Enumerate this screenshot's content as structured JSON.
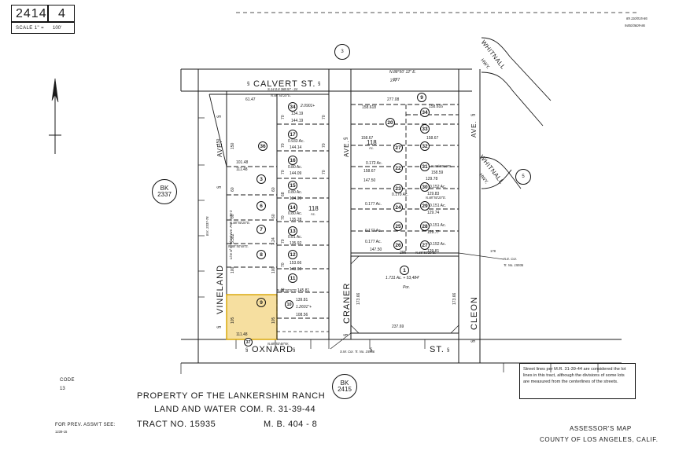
{
  "header": {
    "book": "2414",
    "page": "4",
    "scale_label": "SCALE 1\" =",
    "scale_value": "100'",
    "stamp_line1": "89.110/015-86",
    "stamp_line2": "9400/3609-86"
  },
  "north_arrow": {
    "label": "N"
  },
  "map_refs": {
    "top_circle": "3",
    "left_circle_line1": "BK",
    "left_circle_line2": "2337",
    "right_circle": "5",
    "bottom_circle_line1": "BK",
    "bottom_circle_line2": "2415"
  },
  "streets": {
    "calvert": "CALVERT  ST.",
    "oxnard": "OXNARD",
    "oxnard_right": "ST.",
    "vineland": "VINELAND",
    "vineland_suffix": "AVE.",
    "craner": "CRANER",
    "craner_suffix": "AVE.",
    "cleon": "CLEON",
    "cleon_suffix": "AVE.",
    "whitnall_top": "WHITNALL",
    "whitnall_top_hwy": "HWY.",
    "whitnall_bot": "WHITNALL",
    "whitnall_bot_hwy": "HWY."
  },
  "bearings": {
    "calvert_top": "S.14.0.8 388.57 - 34",
    "calvert_sub": "N.88°50'20\"E.",
    "north_line": "N.88°50' 12\" E.",
    "north_dim": "277",
    "vineland_line": "Line of Vineland Ave. Per. O-39-3",
    "vineland_bk": "B.K. 2337-78",
    "lot1_south": "N.88°50'20\"E.",
    "lot1_s_dim": "296",
    "lot1_bottom": "237.69",
    "oxnard_bearing": "N.88°50'48\"W.",
    "sw_cor": "S.W. Cor.  Tr. No. 15936",
    "ne_cor_l1": "N.E. Cor.",
    "ne_cor_l2": "Tr. No. 15936",
    "b30_bearing": "N.88°50'20\"E.",
    "b31_bearing": "N.88°50'10\"E.",
    "b29_bearing": "N.88°50'20\"E."
  },
  "west_column": {
    "lots": [
      {
        "no": "36",
        "dim_left": "150",
        "dim_top": "61.47",
        "dim_bottom": "101.48",
        "dim_bottom2": "111.48",
        "side": "150"
      },
      {
        "no": "3",
        "dim_left": "60",
        "dim_right": "60",
        "acre": ""
      },
      {
        "no": "6",
        "dim_left": "60",
        "dim_right": "60",
        "bearing": "N.88°50'20\"E."
      },
      {
        "no": "7",
        "dim_left": "5.382",
        "dim_right": "7.24",
        "bearing": "N.88°50'48\"E."
      },
      {
        "no": "8",
        "dim_left": "100",
        "dim_right": "100"
      },
      {
        "no": "9",
        "dim_left": "105",
        "dim_right": "105",
        "dim_bottom": "111.48",
        "highlighted": true
      },
      {
        "no": "37",
        "dim_bottom": "N.88°50'48\"W."
      }
    ]
  },
  "middle_column": {
    "lots": [
      {
        "no": "34",
        "dim": "2.0901+",
        "dim2": "134.19",
        "dim3": "144.19",
        "w": "70"
      },
      {
        "no": "17",
        "acre": "0.933 Ac.",
        "dim": "144.14",
        "w": "70"
      },
      {
        "no": "16",
        "acre": "0.80 Ac.",
        "dim": "144.09",
        "dim2": "134.09",
        "w": "70"
      },
      {
        "no": "15",
        "acre": "0.80 Ac.",
        "dim": "134.09",
        "w": "68"
      },
      {
        "no": "14",
        "acre": "0.80 Ac.",
        "dim": "135.28",
        "w": "70"
      },
      {
        "no": "13",
        "acre": "0.81 Ac.",
        "dim": "135.92",
        "w": "70"
      },
      {
        "no": "12",
        "acre": "",
        "dim": "153.66",
        "dim2": "143.66",
        "w": "70"
      },
      {
        "no": "11",
        "acre": "",
        "dim": "145.81",
        "w": "66"
      },
      {
        "no": "10",
        "acre": "1.2601\"+",
        "dim": "139.81",
        "dim2": "108.56",
        "w": "66"
      }
    ],
    "lot11_bearing": "N.88°50'20\"E.",
    "lot118": "118",
    "lot118_unit": "Ac."
  },
  "east_column": {
    "lots": [
      {
        "no": "9",
        "dim_top": "277",
        "dim": "277.08"
      },
      {
        "no": "20",
        "dim": "158.618",
        "dim_r": "158.616",
        "no_r": "34"
      },
      {
        "no": "33",
        "dim": "158.67",
        "dim_r": "158.67"
      },
      {
        "no": "27",
        "dim": "118",
        "unit": "Ac.",
        "no_r": "32"
      },
      {
        "no": "22",
        "acre": "0.172 Ac.",
        "dim": "158.67",
        "no_r": "31",
        "dim_r": "158.59"
      },
      {
        "no": "23",
        "acre": "0.170 Ac.",
        "dim": "147.50",
        "no_r": "30",
        "acre_r": "0.152 Ac.",
        "dim_r": "129.78",
        "dim_r2": "129.83"
      },
      {
        "no": "24",
        "acre": "0.177 Ac.",
        "no_r": "29",
        "acre_r": "0.151 Ac.",
        "dim_r": "129.74"
      },
      {
        "no": "25",
        "acre": "0.177 Ac.",
        "no_r": "28",
        "acre_r": "0.151 Ac.",
        "dim_r": "129.77"
      },
      {
        "no": "26",
        "acre": "0.177 Ac.",
        "dim": "147.50",
        "no_r": "27",
        "acre_r": "0.152 Ac.",
        "dim_r": "129.81"
      }
    ]
  },
  "lot1": {
    "no": "1",
    "acre": "1.731 Ac. + 53,484'",
    "por": "Por.",
    "left_dim": "173.66",
    "right_dim": "173.66",
    "bottom_dim": "237.69",
    "top_dim": "296",
    "corner_dim": "178"
  },
  "notes": {
    "street_lines": "Street lines per M.R. 31-39-44 are considered the lot lines in this tract, although the divisions of some lots are measured from the centerlines of the streets.",
    "code_label": "CODE",
    "code_value": "13"
  },
  "footer": {
    "title_line1": "PROPERTY  OF  THE  LANKERSHIM  RANCH",
    "title_line2": "LAND  AND  WATER  CO.",
    "mr_ref": "M. R. 31-39-44",
    "prev_label": "FOR PREV. ASSM'T SEE:",
    "prev_value": "1239-15",
    "tract_label": "TRACT  NO.  15935",
    "mb_ref": "M. B. 404 - 8",
    "assessor_line1": "ASSESSOR'S MAP",
    "assessor_line2": "COUNTY OF LOS ANGELES, CALIF."
  },
  "colors": {
    "highlight": "#f6dfa0",
    "ink": "#1a1a1a",
    "paper": "#ffffff"
  }
}
